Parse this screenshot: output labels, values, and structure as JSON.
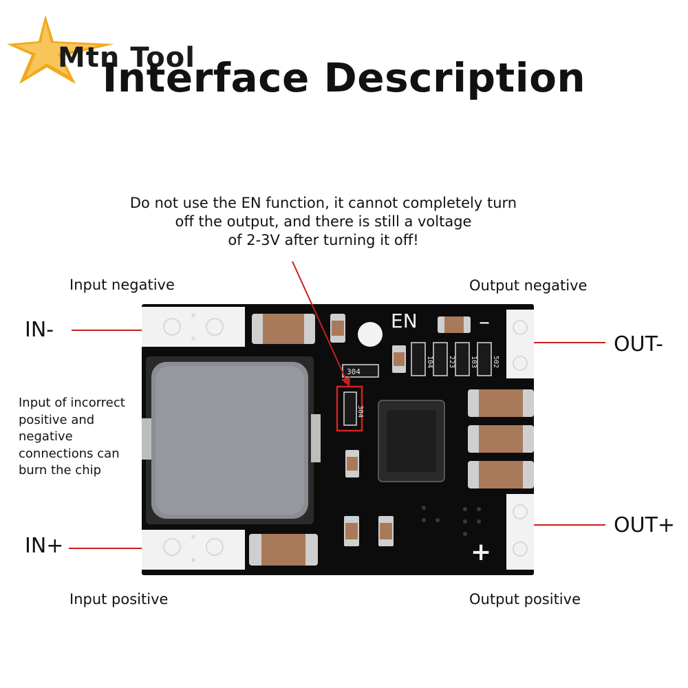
{
  "title": "Interface Description",
  "logo": {
    "text": "Mtn Tool",
    "colors": {
      "star": "#f0a91c",
      "text": "#1a1a1a"
    }
  },
  "warning": {
    "lines": [
      "Do not use the EN function, it cannot completely turn",
      "off the output, and there is still a voltage",
      "of 2-3V after turning it off!"
    ]
  },
  "labels": {
    "input_negative": "Input negative",
    "output_negative": "Output negative",
    "input_positive": "Input positive",
    "output_positive": "Output positive",
    "in_minus": "IN-",
    "in_plus": "IN+",
    "out_minus": "OUT-",
    "out_plus": "OUT+"
  },
  "note": {
    "lines": [
      "Input of incorrect",
      "positive and",
      "negative",
      "connections can",
      "burn the chip"
    ]
  },
  "board": {
    "en_label": "EN",
    "minus_label": "–",
    "plus_label": "+",
    "resistor_codes": [
      "304",
      "104",
      "223",
      "103",
      "502",
      "304"
    ],
    "colors": {
      "pcb": "#0c0c0c",
      "pad": "#f2f2f2",
      "inductor": "#8a8d92",
      "capacitor": "#a97a5a",
      "chip": "#1e1e1e",
      "highlight": "#d62020",
      "connector_line": "#c81e1e"
    }
  }
}
